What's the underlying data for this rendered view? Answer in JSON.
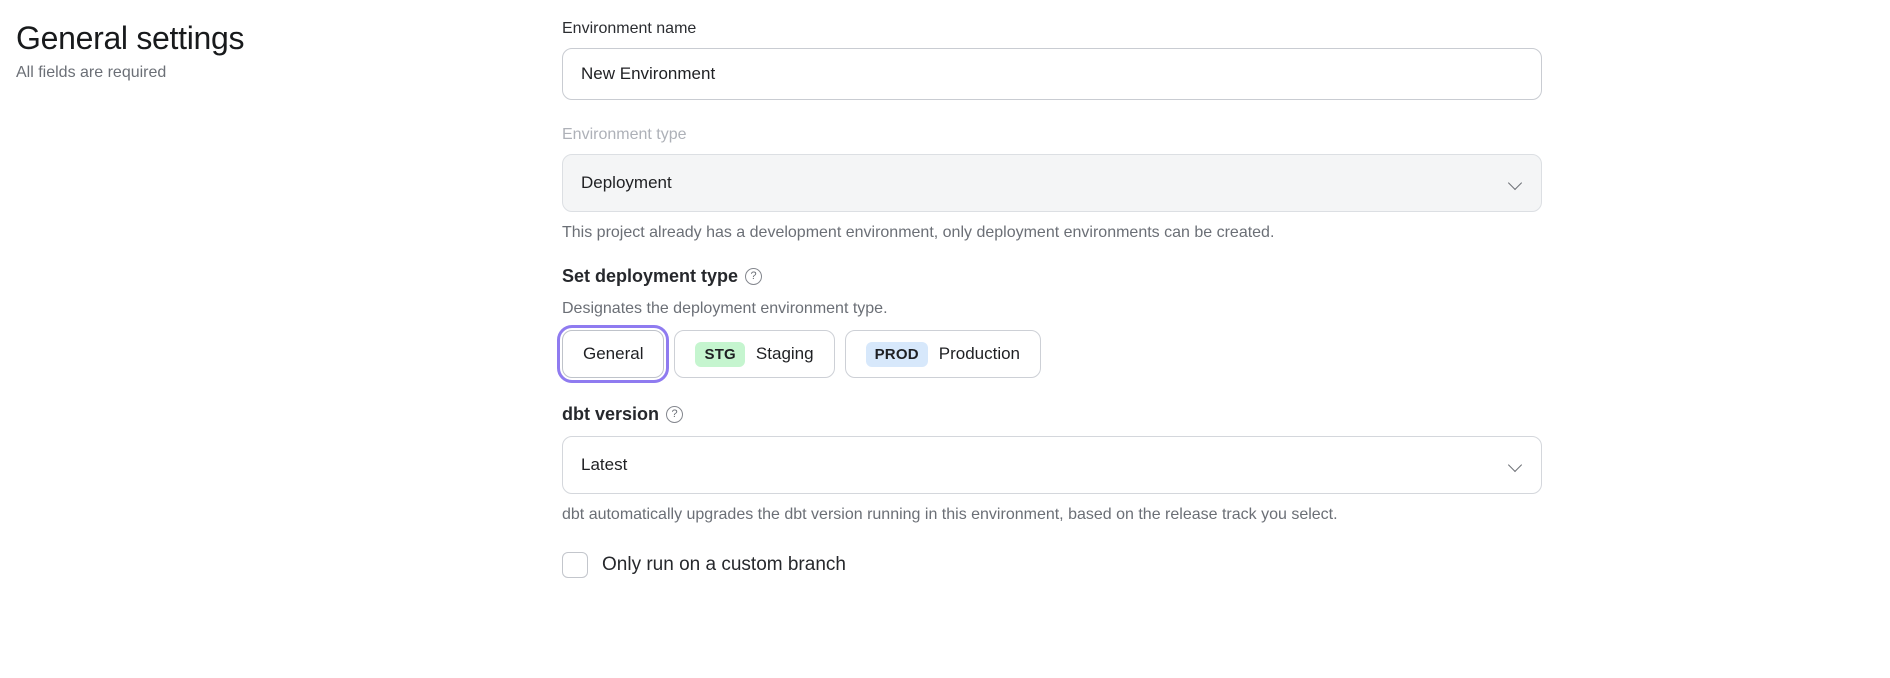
{
  "header": {
    "title": "General settings",
    "subtitle": "All fields are required"
  },
  "form": {
    "environment_name": {
      "label": "Environment name",
      "value": "New Environment",
      "placeholder": "New Environment"
    },
    "environment_type": {
      "label": "Environment type",
      "value": "Deployment",
      "disabled": true,
      "helper": "This project already has a development environment, only deployment environments can be created.",
      "options": [
        "Deployment"
      ]
    },
    "deployment_type": {
      "label": "Set deployment type",
      "help_icon": "question-circle-icon",
      "description": "Designates the deployment environment type.",
      "selected": "General",
      "options": [
        {
          "label": "General",
          "badge": null,
          "badge_color": null,
          "selected": true
        },
        {
          "label": "Staging",
          "badge": "STG",
          "badge_color": "#c5f5cf",
          "selected": false
        },
        {
          "label": "Production",
          "badge": "PROD",
          "badge_color": "#d7e8fb",
          "selected": false
        }
      ]
    },
    "dbt_version": {
      "label": "dbt version",
      "help_icon": "question-circle-icon",
      "value": "Latest",
      "helper": "dbt automatically upgrades the dbt version running in this environment, based on the release track you select.",
      "options": [
        "Latest"
      ]
    },
    "custom_branch": {
      "label": "Only run on a custom branch",
      "checked": false
    }
  },
  "colors": {
    "focus_ring": "#8f7bf0",
    "staging_badge": "#c5f5cf",
    "production_badge": "#d7e8fb",
    "muted_text": "#6b6f76"
  }
}
